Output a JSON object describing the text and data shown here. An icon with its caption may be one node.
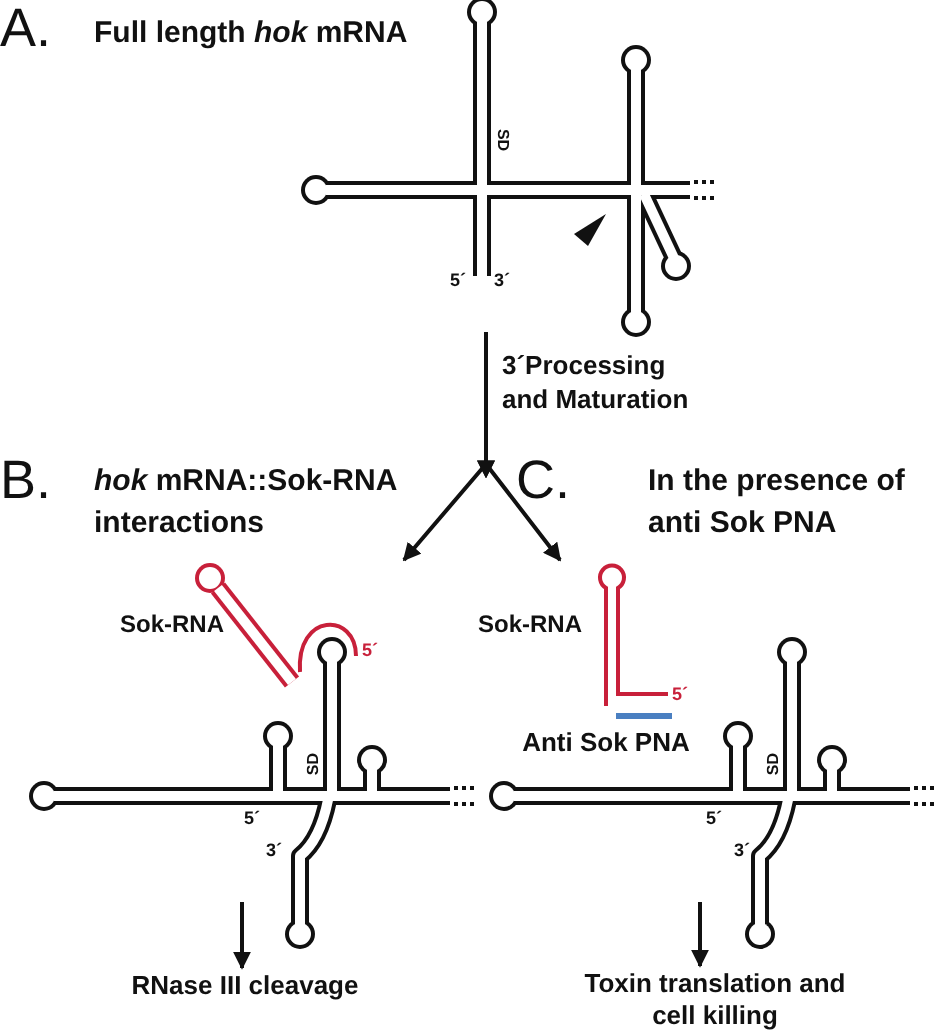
{
  "diagram": {
    "nodes": [
      {
        "text": [],
        "shape": "picture"
      },
      {
        "text": [],
        "shape": "picture",
        "beside": [
          "*hok* mRNA::Sok-RNA interactions"
        ]
      },
      {
        "text": [],
        "shape": "picture",
        "beside": [
          "In the presence of anti Sok PNA"
        ]
      },
      {
        "text": [
          "RNase III cleavage"
        ]
      },
      {
        "text": [
          "Toxin translation and cell killing"
        ]
      }
    ],
    "edges": [
      {
        "from": 0,
        "to": 1,
        "arrow": "to"
      },
      {
        "from": 0,
        "to": 2,
        "arrow": "to"
      },
      {
        "from": 1,
        "to": 3,
        "arrow": "to"
      },
      {
        "from": 2,
        "to": 4,
        "arrow": "to"
      }
    ],
    "labels": [
      "A.",
      "Full length *hok* mRNA",
      "SD",
      "5´",
      "3´",
      "3´Processing and Maturation",
      "B.",
      "C.",
      "Sok-RNA",
      "5´",
      "Sok-RNA",
      "5´",
      "Anti Sok PNA",
      "SD",
      "SD",
      "5´",
      "5´",
      "3´",
      "3´"
    ]
  }
}
